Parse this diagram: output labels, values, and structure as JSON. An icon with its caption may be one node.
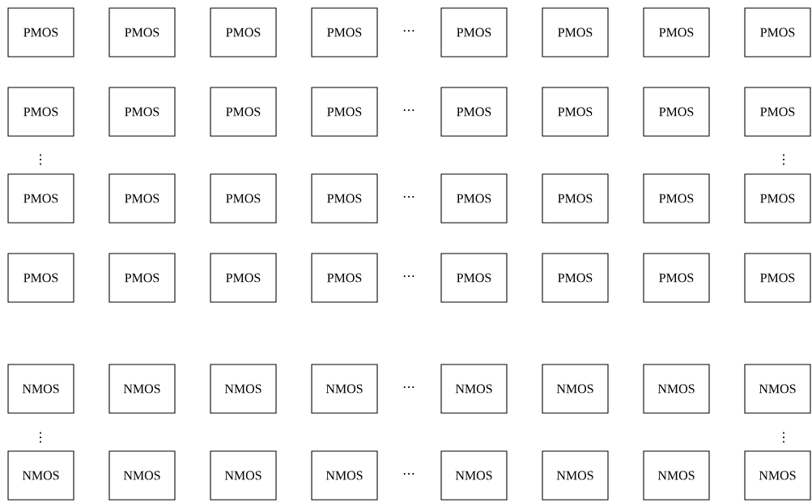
{
  "diagram": {
    "nodes": [
      {
        "text": [
          "PMOS"
        ]
      },
      {
        "text": [
          "PMOS"
        ]
      },
      {
        "text": [
          "PMOS"
        ]
      },
      {
        "text": [
          "PMOS"
        ]
      },
      {
        "text": [
          "PMOS"
        ]
      },
      {
        "text": [
          "PMOS"
        ]
      },
      {
        "text": [
          "PMOS"
        ]
      },
      {
        "text": [
          "PMOS"
        ]
      },
      {
        "text": [
          "PMOS"
        ]
      },
      {
        "text": [
          "PMOS"
        ]
      },
      {
        "text": [
          "PMOS"
        ]
      },
      {
        "text": [
          "PMOS"
        ]
      },
      {
        "text": [
          "PMOS"
        ]
      },
      {
        "text": [
          "PMOS"
        ]
      },
      {
        "text": [
          "PMOS"
        ]
      },
      {
        "text": [
          "PMOS"
        ]
      },
      {
        "text": [
          "PMOS"
        ]
      },
      {
        "text": [
          "PMOS"
        ]
      },
      {
        "text": [
          "PMOS"
        ]
      },
      {
        "text": [
          "PMOS"
        ]
      },
      {
        "text": [
          "PMOS"
        ]
      },
      {
        "text": [
          "PMOS"
        ]
      },
      {
        "text": [
          "PMOS"
        ]
      },
      {
        "text": [
          "PMOS"
        ]
      },
      {
        "text": [
          "PMOS"
        ]
      },
      {
        "text": [
          "PMOS"
        ]
      },
      {
        "text": [
          "PMOS"
        ]
      },
      {
        "text": [
          "PMOS"
        ]
      },
      {
        "text": [
          "PMOS"
        ]
      },
      {
        "text": [
          "PMOS"
        ]
      },
      {
        "text": [
          "PMOS"
        ]
      },
      {
        "text": [
          "PMOS"
        ]
      },
      {
        "text": [
          "NMOS"
        ]
      },
      {
        "text": [
          "NMOS"
        ]
      },
      {
        "text": [
          "NMOS"
        ]
      },
      {
        "text": [
          "NMOS"
        ]
      },
      {
        "text": [
          "NMOS"
        ]
      },
      {
        "text": [
          "NMOS"
        ]
      },
      {
        "text": [
          "NMOS"
        ]
      },
      {
        "text": [
          "NMOS"
        ]
      },
      {
        "text": [
          "NMOS"
        ]
      },
      {
        "text": [
          "NMOS"
        ]
      },
      {
        "text": [
          "NMOS"
        ]
      },
      {
        "text": [
          "NMOS"
        ]
      },
      {
        "text": [
          "NMOS"
        ]
      },
      {
        "text": [
          "NMOS"
        ]
      },
      {
        "text": [
          "NMOS"
        ]
      },
      {
        "text": [
          "NMOS"
        ]
      }
    ],
    "labels": [
      "⋯",
      "⋯",
      "⋮",
      "⋮",
      "⋯",
      "⋯",
      "⋯",
      "⋮",
      "⋮",
      "⋯"
    ]
  }
}
